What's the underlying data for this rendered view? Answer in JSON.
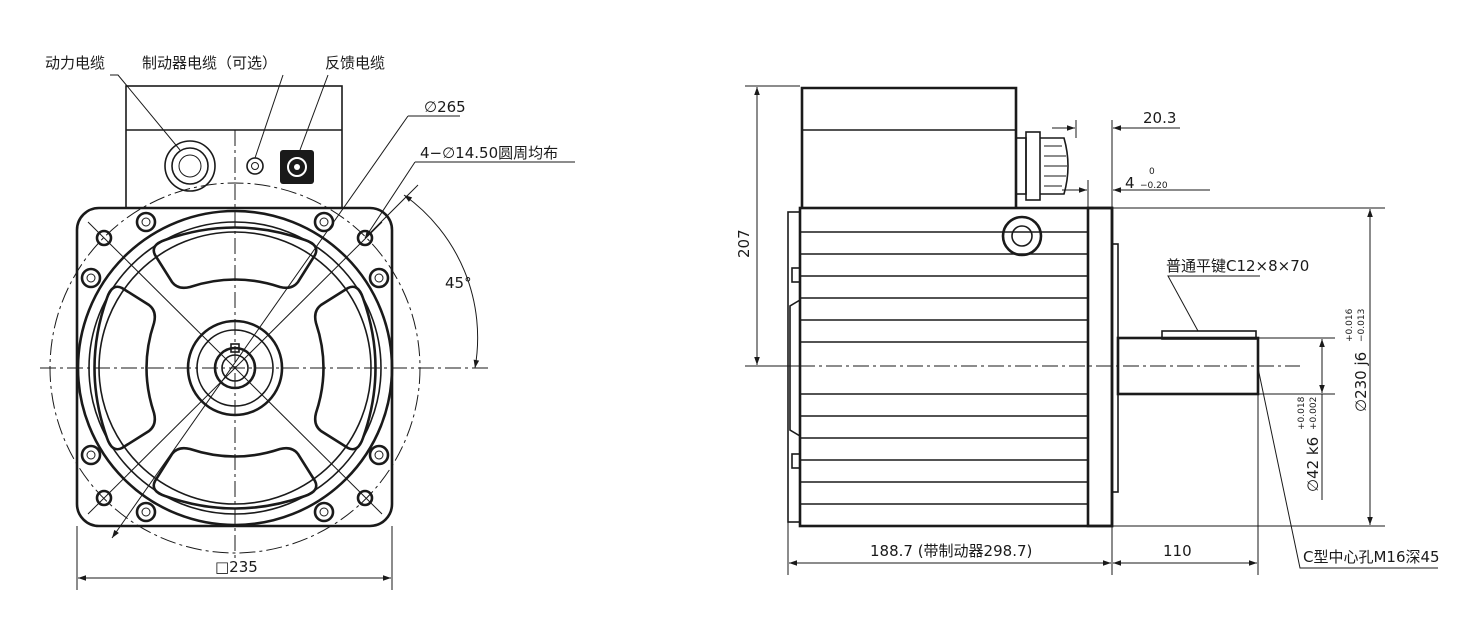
{
  "front_view": {
    "labels": {
      "power_cable": "动力电缆",
      "brake_cable": "制动器电缆（可选）",
      "feedback_cable": "反馈电缆",
      "pcd_diameter": "∅265",
      "mount_holes": "4−∅14.50圆周均布",
      "angle": "45°",
      "flange_square": "□235"
    }
  },
  "side_view": {
    "labels": {
      "height": "207",
      "connector_offset": "20.3",
      "offset_4": "4",
      "offset_4_tol_upper": "0",
      "offset_4_tol_lower": "−0.20",
      "key": "普通平键C12×8×70",
      "pilot_diameter": "∅230 j6",
      "pilot_tol_upper": "+0.016",
      "pilot_tol_lower": "−0.013",
      "shaft_diameter": "∅42 k6",
      "shaft_tol_upper": "+0.018",
      "shaft_tol_lower": "+0.002",
      "body_length": "188.7 (带制动器298.7)",
      "shaft_length": "110",
      "center_hole": "C型中心孔M16深45"
    }
  },
  "colors": {
    "line": "#1a1a1a",
    "background": "#ffffff"
  }
}
